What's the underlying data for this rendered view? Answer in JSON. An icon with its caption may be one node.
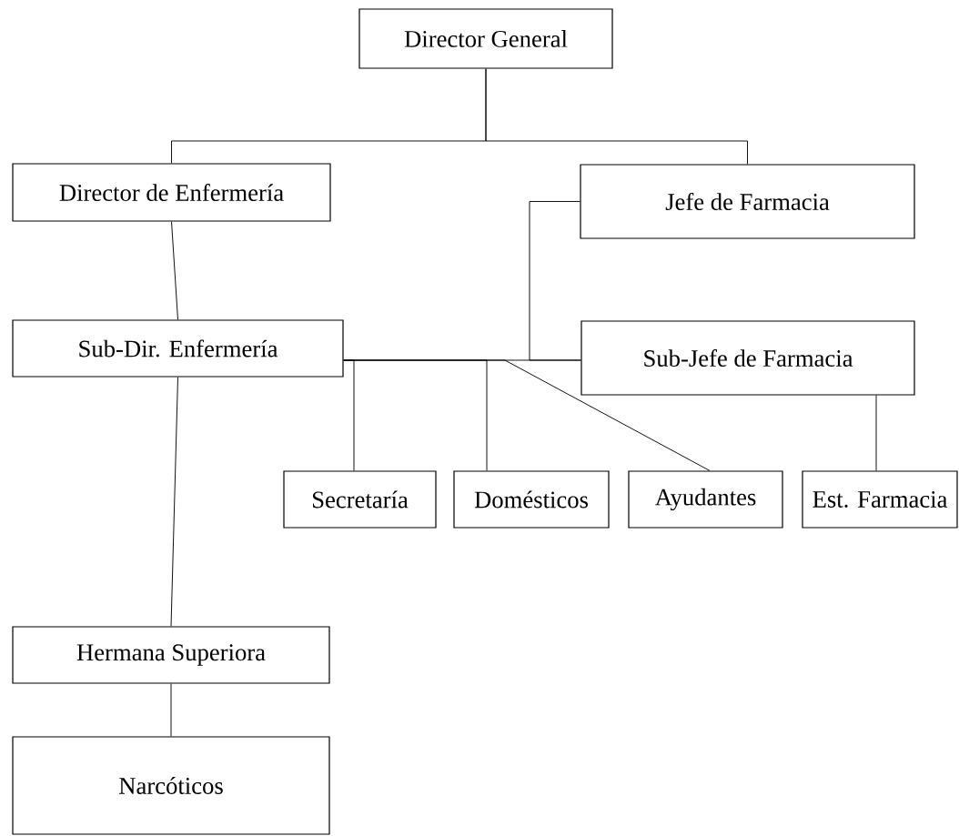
{
  "diagram": {
    "nodes": [
      {
        "text": [
          "Director General"
        ]
      },
      {
        "text": [
          "Director de Enfermería"
        ]
      },
      {
        "text": [
          "Jefe de Farmacia"
        ]
      },
      {
        "text": [
          "Sub-Dir. Enfermería"
        ]
      },
      {
        "text": [
          "Sub-Jefe de Farmacia"
        ]
      },
      {
        "text": [
          "Secretaría"
        ]
      },
      {
        "text": [
          "Domésticos"
        ]
      },
      {
        "text": [
          "Ayudantes"
        ]
      },
      {
        "text": [
          "Est. Farmacia"
        ]
      },
      {
        "text": [
          "Hermana Superiora"
        ]
      },
      {
        "text": [
          "Narcóticos"
        ]
      }
    ],
    "edges": [
      {
        "from": 0,
        "to": 1,
        "arrow": "none"
      },
      {
        "from": 0,
        "to": 2,
        "arrow": "none"
      },
      {
        "from": 1,
        "to": 3,
        "arrow": "none"
      },
      {
        "from": 3,
        "to": 9,
        "arrow": "none"
      },
      {
        "from": 9,
        "to": 10,
        "arrow": "none"
      },
      {
        "from": 3,
        "to": 4,
        "arrow": "none"
      },
      {
        "from": 2,
        "to": 4,
        "arrow": "none"
      },
      {
        "from": 3,
        "to": 5,
        "arrow": "none"
      },
      {
        "from": 3,
        "to": 6,
        "arrow": "none"
      },
      {
        "from": 3,
        "to": 7,
        "arrow": "none"
      },
      {
        "from": 4,
        "to": 8,
        "arrow": "none"
      }
    ]
  }
}
